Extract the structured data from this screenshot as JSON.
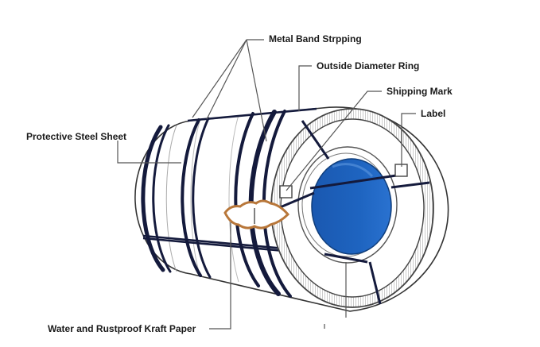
{
  "labels": {
    "metal_band": "Metal Band Strpping",
    "outside_ring": "Outside Diameter Ring",
    "shipping_mark": "Shipping Mark",
    "label": "Label",
    "protective_sheet": "Protective Steel Sheet",
    "kraft_paper": "Water and Rustproof Kraft Paper"
  },
  "colors": {
    "core_blue": "#1e64c0",
    "band_navy": "#141a3c",
    "kraft_brown": "#b8773a",
    "outline": "#333333"
  }
}
